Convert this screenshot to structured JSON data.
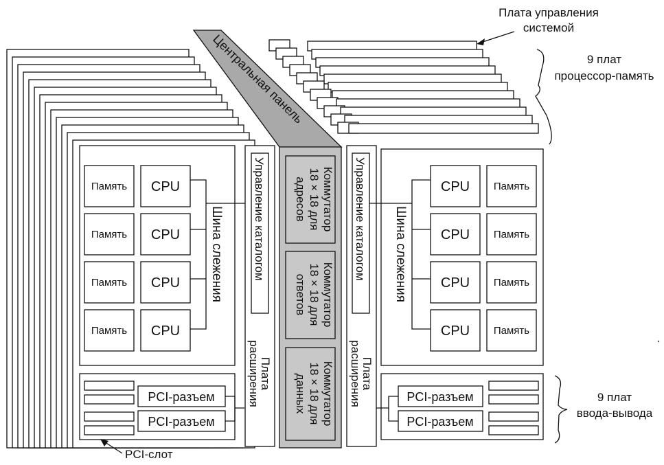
{
  "labels": {
    "center_panel": "Центральная панель",
    "system_board": [
      "Плата управления",
      "системой"
    ],
    "cpu_mem_boards": [
      "9 плат",
      "процессор-память"
    ],
    "io_boards": [
      "9 плат",
      "ввода-вывода"
    ],
    "pci_slot": "PCI-слот"
  },
  "left_board": {
    "memory": [
      "Память",
      "Память",
      "Память",
      "Память"
    ],
    "cpu": [
      "CPU",
      "CPU",
      "CPU",
      "CPU"
    ],
    "snoop_bus": "Шина слежения",
    "pci_connectors": [
      "PCI-разъем",
      "PCI-разъем"
    ],
    "directory": "Управление каталогом",
    "expansion": [
      "Плата",
      "расширения"
    ]
  },
  "right_board": {
    "memory": [
      "Память",
      "Память",
      "Память",
      "Память"
    ],
    "cpu": [
      "CPU",
      "CPU",
      "CPU",
      "CPU"
    ],
    "snoop_bus": "Шина слежения",
    "pci_connectors": [
      "PCI-разъем",
      "PCI-разъем"
    ],
    "directory": "Управление каталогом",
    "expansion": [
      "Плата",
      "расширения"
    ]
  },
  "switches": [
    [
      "Коммутатор",
      "18 × 18 для",
      "адресов"
    ],
    [
      "Коммутатор",
      "18 × 18 для",
      "ответов"
    ],
    [
      "Коммутатор",
      "18 × 18 для",
      "данных"
    ]
  ]
}
